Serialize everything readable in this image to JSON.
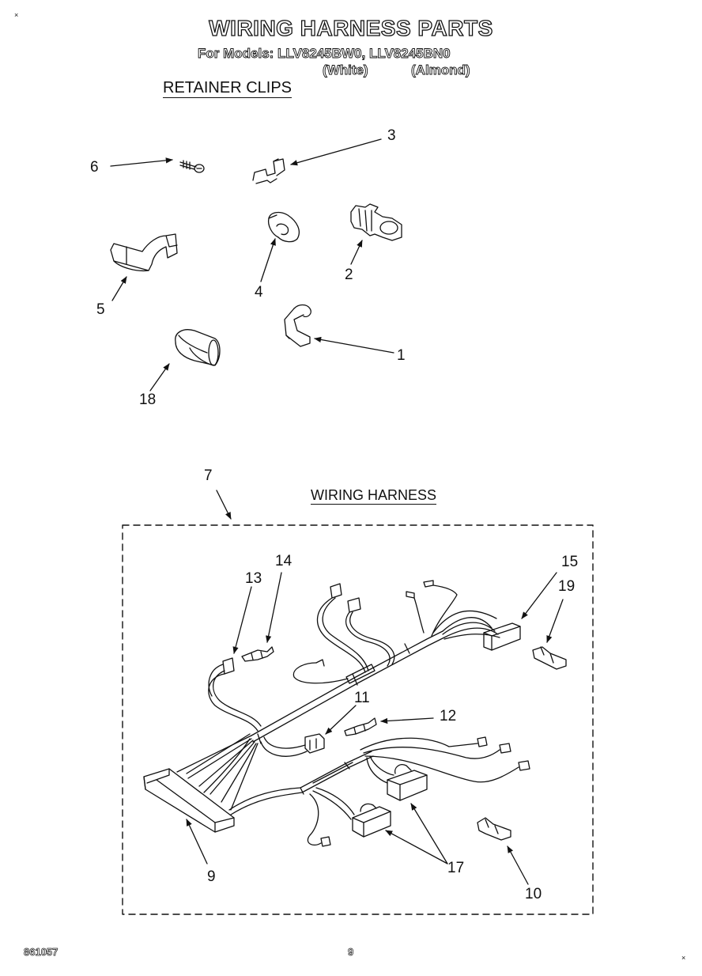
{
  "header": {
    "title": "WIRING HARNESS PARTS",
    "models_line": "For Models: LLV8245BW0, LLV8245BN0",
    "color_white": "(White)",
    "color_almond": "(Almond)"
  },
  "sections": {
    "retainer_clips": "RETAINER CLIPS",
    "wiring_harness": "WIRING HARNESS"
  },
  "callouts": {
    "c1": "1",
    "c2": "2",
    "c3": "3",
    "c4": "4",
    "c5": "5",
    "c6": "6",
    "c7": "7",
    "c9": "9",
    "c10": "10",
    "c11": "11",
    "c12": "12",
    "c13": "13",
    "c14": "14",
    "c15": "15",
    "c17": "17",
    "c18": "18",
    "c19": "19"
  },
  "footer": {
    "doc_number": "861057",
    "page_number": "9"
  },
  "corner_marks": {
    "mark": "×"
  }
}
